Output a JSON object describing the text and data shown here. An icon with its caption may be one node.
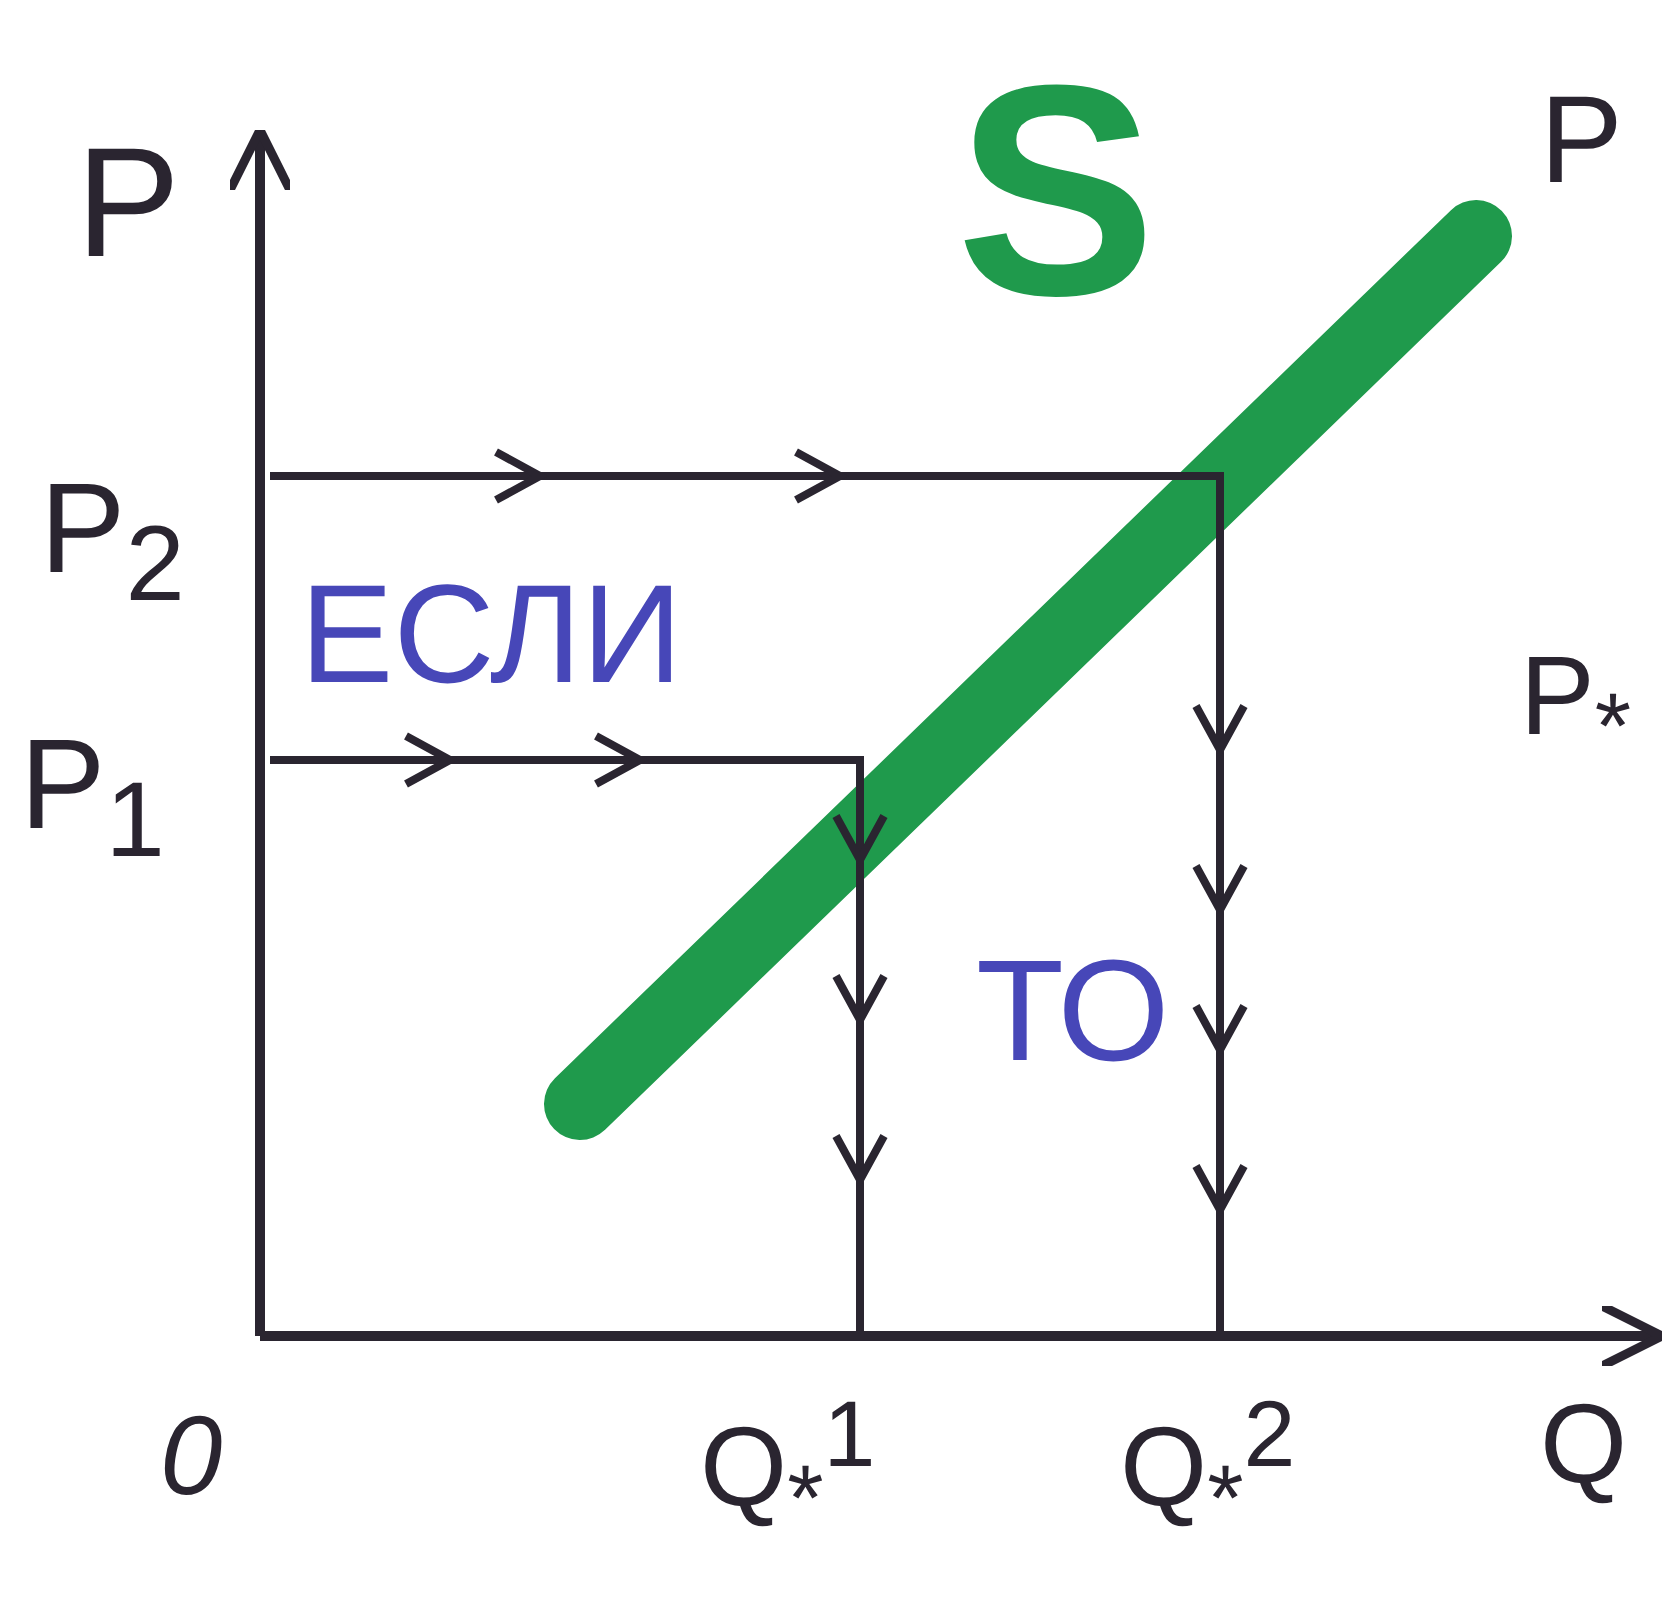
{
  "diagram": {
    "labels": [
      "P",
      "S",
      "P",
      "P$_{2}$",
      "ЕСЛИ",
      "P$_{1}$",
      "P$_{*}$",
      "ТО",
      "0",
      "Q$_{*}$$^{1}$",
      "Q$_{*}$$^{2}$",
      "Q"
    ]
  }
}
